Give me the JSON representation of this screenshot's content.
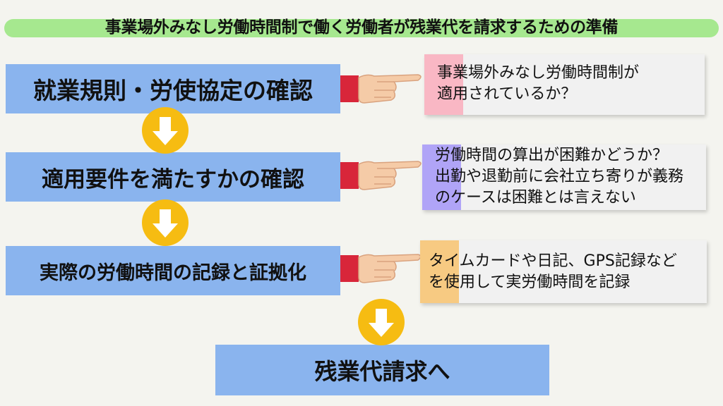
{
  "title": "事業場外みなし労働時間制で働く労働者が残業代を請求するための準備",
  "steps": [
    "就業規則・労使協定の確認",
    "適用要件を満たすかの確認",
    "実際の労働時間の記録と証拠化"
  ],
  "final_step": "残業代請求へ",
  "notes": [
    "事業場外みなし労働時間制が\n適用されているか？",
    "労働時間の算出が困難かどうか？\n出勤や退勤前に会社立ち寄りが義務\nのケースは困難とは言えない",
    "タイムカードや日記、GPS記録など\nを使用して実労働時間を記録"
  ],
  "colors": {
    "title_band": "#a6e88f",
    "step_box": "#8ab4ee",
    "arrow_circle": "#f6bc12",
    "note_bar_1": "#f9b7c4",
    "note_bar_2": "#b0a4f7",
    "note_bar_3": "#f7ca82",
    "cuff": "#d8263a"
  },
  "icons": [
    "down-arrow-icon",
    "pointing-hand-icon"
  ]
}
